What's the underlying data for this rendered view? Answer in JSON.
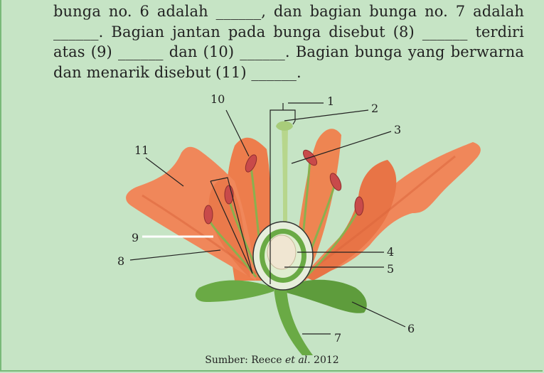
{
  "paragraph": {
    "line1": "bunga no. 6 adalah ______, dan bagian bunga no. 7 adalah",
    "line2": "______. Bagian jantan pada bunga disebut (8) ______ terdiri",
    "line3": "atas (9) ______ dan (10) ______. Bagian bunga yang berwarna",
    "line4": "dan menarik disebut (11) ______."
  },
  "figure": {
    "labels": {
      "l1": "1",
      "l2": "2",
      "l3": "3",
      "l4": "4",
      "l5": "5",
      "l6": "6",
      "l7": "7",
      "l8": "8",
      "l9": "9",
      "l10": "10",
      "l11": "11"
    },
    "colors": {
      "petal": "#f0875a",
      "petal_shade": "#e06a3c",
      "filament": "#8ab04e",
      "anther": "#c84a4a",
      "leaf": "#6aaa45",
      "ovary_fill": "#dfeecf",
      "ovule": "#f0e6d2"
    }
  },
  "caption": {
    "prefix": "Sumber: Reece ",
    "italic": "et al.",
    "suffix": " 2012"
  }
}
